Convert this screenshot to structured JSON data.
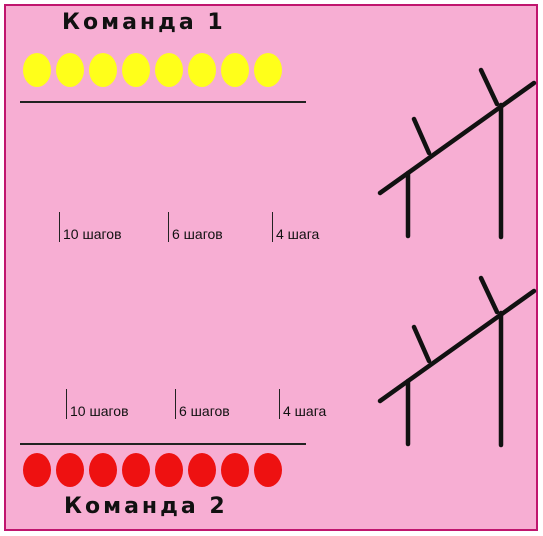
{
  "team1": {
    "title": "Команда 1",
    "ball_color": "#ffff1a",
    "ball_count": 8
  },
  "team2": {
    "title": "Команда 2",
    "ball_color": "#ee1111",
    "ball_count": 8
  },
  "distances": {
    "top": [
      "10 шагов",
      "6 шагов",
      "4 шага"
    ],
    "bottom": [
      "10 шагов",
      "6 шагов",
      "4 шага"
    ]
  },
  "icons": {
    "obstacle": "hurdle-icon"
  }
}
